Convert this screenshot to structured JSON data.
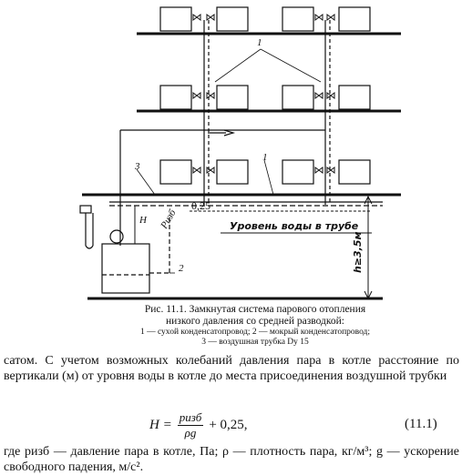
{
  "figure": {
    "labels": {
      "callout_1_top": "1",
      "callout_1_mid": "1",
      "callout_2": "2",
      "callout_3": "3",
      "dim_H": "H",
      "dim_025": "0,25",
      "dim_pizb": "Ризб",
      "water_level": "Уровень воды в трубе",
      "dim_h": "h≥3,5м"
    }
  },
  "caption": {
    "line1": "Рис. 11.1. Замкнутая система парового отопления",
    "line2": "низкого давления со средней разводкой:",
    "line3": "1 — сухой конденсатопровод; 2 — мокрый конденсатопровод;",
    "line4": "3 — воздушная трубка Dу 15"
  },
  "text": {
    "para1": "сатом. С учетом возможных колебаний давления пара в котле расстояние по вертикали (м) от уровня воды в котле до места присоединения воздушной трубки",
    "formula_lhs": "H =",
    "formula_num": "pизб",
    "formula_den": "ρg",
    "formula_rhs": "+ 0,25,",
    "formula_number": "(11.1)",
    "para2": "где pизб — давление пара в котле, Па; ρ — плотность пара, кг/м³; g — ускорение свободного падения, м/с²."
  }
}
